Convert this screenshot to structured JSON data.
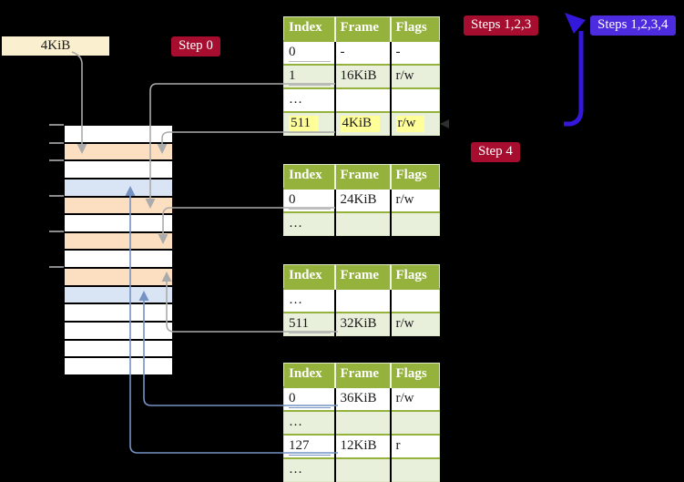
{
  "colors": {
    "background": "#000000",
    "table_header_bg": "#94b23c",
    "table_header_text": "#ffffff",
    "table_row_alt_bg": "#e8efda",
    "table_text": "#1a1a1a",
    "row_separator": "#94b23c",
    "highlight_yellow": "#ffff99",
    "label_crimson": "#a60d2e",
    "label_blueviolet": "#4d2bdf",
    "label_text": "#ffffff",
    "box_cream": "#faefce",
    "stack_orange": "#fbdfc0",
    "stack_blue": "#d9e5f5",
    "stack_white": "#ffffff",
    "gray_connector": "#ababab",
    "blue_connector": "#7493c4",
    "blue_arrow_thick": "#3318db",
    "tick_gray": "#8c8c8c",
    "dark_arrowhead": "#2e2e2e"
  },
  "labels": {
    "page_size_box": "4KiB",
    "step0": "Step 0",
    "steps123": "Steps 1,2,3",
    "steps1234": "Steps 1,2,3,4",
    "step4": "Step 4"
  },
  "table_headers": [
    "Index",
    "Frame",
    "Flags"
  ],
  "tables": {
    "table1": {
      "rows": [
        {
          "index": "0",
          "frame": "-",
          "flags": "-"
        },
        {
          "index": "1",
          "frame": "16KiB",
          "flags": "r/w"
        },
        {
          "index": "…",
          "frame": "",
          "flags": ""
        },
        {
          "index": "511",
          "frame": "4KiB",
          "flags": "r/w",
          "highlighted": true
        }
      ]
    },
    "table2": {
      "rows": [
        {
          "index": "0",
          "frame": "24KiB",
          "flags": "r/w"
        },
        {
          "index": "…",
          "frame": "",
          "flags": ""
        }
      ]
    },
    "table3": {
      "rows": [
        {
          "index": "…",
          "frame": "",
          "flags": ""
        },
        {
          "index": "511",
          "frame": "32KiB",
          "flags": "r/w"
        }
      ]
    },
    "table4": {
      "rows": [
        {
          "index": "0",
          "frame": "36KiB",
          "flags": "r/w"
        },
        {
          "index": "…",
          "frame": "",
          "flags": ""
        },
        {
          "index": "127",
          "frame": "12KiB",
          "flags": "r"
        },
        {
          "index": "…",
          "frame": "",
          "flags": ""
        }
      ]
    }
  },
  "stack": {
    "rows": [
      "white",
      "orange",
      "white",
      "blue",
      "orange",
      "white",
      "orange",
      "white",
      "orange",
      "blue",
      "white",
      "white",
      "white",
      "white"
    ]
  }
}
